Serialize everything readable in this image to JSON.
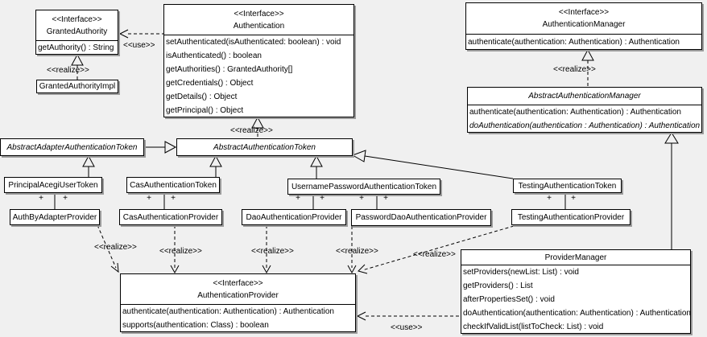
{
  "appearance": {
    "background": "#f0f0f0",
    "box_fill": "#ffffff",
    "line_color": "#000000",
    "shadow_color": "#9b9b9b"
  },
  "labels": {
    "interface_stereotype": "<<Interface>>",
    "realize": "<<realize>>",
    "use": "<<use>>",
    "plus": "+"
  },
  "classes": {
    "granted_authority": {
      "stereotype": "<<Interface>>",
      "name": "GrantedAuthority",
      "methods": [
        "getAuthority() : String"
      ]
    },
    "granted_authority_impl": {
      "name": "GrantedAuthorityImpl"
    },
    "authentication": {
      "stereotype": "<<Interface>>",
      "name": "Authentication",
      "methods": [
        "setAuthenticated(isAuthenticated: boolean) : void",
        "isAuthenticated() : boolean",
        "getAuthorities() : GrantedAuthority[]",
        "getCredentials() : Object",
        "getDetails() : Object",
        "getPrincipal() : Object"
      ]
    },
    "authentication_manager": {
      "stereotype": "<<Interface>>",
      "name": "AuthenticationManager",
      "methods": [
        "authenticate(authentication: Authentication) : Authentication"
      ]
    },
    "abstract_authentication_manager": {
      "name": "AbstractAuthenticationManager",
      "methods": [
        "authenticate(authentication: Authentication) : Authentication",
        "doAuthentication(authentication : Authentication) : Authentication"
      ]
    },
    "abstract_adapter_authentication_token": {
      "name": "AbstractAdapterAuthenticationToken"
    },
    "abstract_authentication_token": {
      "name": "AbstractAuthenticationToken"
    },
    "principal_acegi_user_token": {
      "name": "PrincipalAcegiUserToken"
    },
    "cas_authentication_token": {
      "name": "CasAuthenticationToken"
    },
    "username_password_authentication_token": {
      "name": "UsernamePasswordAuthenticationToken"
    },
    "testing_authentication_token": {
      "name": "TestingAuthenticationToken"
    },
    "auth_by_adapter_provider": {
      "name": "AuthByAdapterProvider"
    },
    "cas_authentication_provider": {
      "name": "CasAuthenticationProvider"
    },
    "dao_authentication_provider": {
      "name": "DaoAuthenticationProvider"
    },
    "password_dao_authentication_provider": {
      "name": "PasswordDaoAuthenticationProvider"
    },
    "testing_authentication_provider": {
      "name": "TestingAuthenticationProvider"
    },
    "authentication_provider": {
      "stereotype": "<<Interface>>",
      "name": "AuthenticationProvider",
      "methods": [
        "authenticate(authentication: Authentication) : Authentication",
        "supports(authentication: Class) : boolean"
      ]
    },
    "provider_manager": {
      "name": "ProviderManager",
      "methods": [
        "setProviders(newList: List) : void",
        "getProviders() : List",
        "afterPropertiesSet() : void",
        "doAuthentication(authentication: Authentication) : Authentication",
        "checkIfValidList(listToCheck: List) : void"
      ]
    }
  },
  "relationships": [
    {
      "from": "Authentication",
      "to": "GrantedAuthority",
      "type": "use",
      "label": "<<use>>"
    },
    {
      "from": "GrantedAuthorityImpl",
      "to": "GrantedAuthority",
      "type": "realize",
      "label": "<<realize>>"
    },
    {
      "from": "AbstractAuthenticationToken",
      "to": "Authentication",
      "type": "realize",
      "label": "<<realize>>"
    },
    {
      "from": "AbstractAuthenticationManager",
      "to": "AuthenticationManager",
      "type": "realize",
      "label": "<<realize>>"
    },
    {
      "from": "AbstractAdapterAuthenticationToken",
      "to": "AbstractAuthenticationToken",
      "type": "generalization"
    },
    {
      "from": "PrincipalAcegiUserToken",
      "to": "AbstractAdapterAuthenticationToken",
      "type": "generalization"
    },
    {
      "from": "CasAuthenticationToken",
      "to": "AbstractAuthenticationToken",
      "type": "generalization"
    },
    {
      "from": "UsernamePasswordAuthenticationToken",
      "to": "AbstractAuthenticationToken",
      "type": "generalization"
    },
    {
      "from": "TestingAuthenticationToken",
      "to": "AbstractAuthenticationToken",
      "type": "generalization"
    },
    {
      "from": "ProviderManager",
      "to": "AbstractAuthenticationManager",
      "type": "generalization"
    },
    {
      "from": "PrincipalAcegiUserToken",
      "to": "AuthByAdapterProvider",
      "type": "association",
      "end_labels": [
        "+",
        "+"
      ]
    },
    {
      "from": "CasAuthenticationToken",
      "to": "CasAuthenticationProvider",
      "type": "association",
      "end_labels": [
        "+",
        "+"
      ]
    },
    {
      "from": "UsernamePasswordAuthenticationToken",
      "to": "DaoAuthenticationProvider",
      "type": "association",
      "end_labels": [
        "+",
        "+"
      ]
    },
    {
      "from": "UsernamePasswordAuthenticationToken",
      "to": "PasswordDaoAuthenticationProvider",
      "type": "association",
      "end_labels": [
        "+",
        "+"
      ]
    },
    {
      "from": "TestingAuthenticationToken",
      "to": "TestingAuthenticationProvider",
      "type": "association",
      "end_labels": [
        "+",
        "+"
      ]
    },
    {
      "from": "AuthByAdapterProvider",
      "to": "AuthenticationProvider",
      "type": "realize",
      "label": "<<realize>>"
    },
    {
      "from": "CasAuthenticationProvider",
      "to": "AuthenticationProvider",
      "type": "realize",
      "label": "<<realize>>"
    },
    {
      "from": "DaoAuthenticationProvider",
      "to": "AuthenticationProvider",
      "type": "realize",
      "label": "<<realize>>"
    },
    {
      "from": "PasswordDaoAuthenticationProvider",
      "to": "AuthenticationProvider",
      "type": "realize",
      "label": "<<realize>>"
    },
    {
      "from": "TestingAuthenticationProvider",
      "to": "AuthenticationProvider",
      "type": "realize",
      "label": "<<realize>>"
    },
    {
      "from": "ProviderManager",
      "to": "AuthenticationProvider",
      "type": "use",
      "label": "<<use>>"
    }
  ]
}
